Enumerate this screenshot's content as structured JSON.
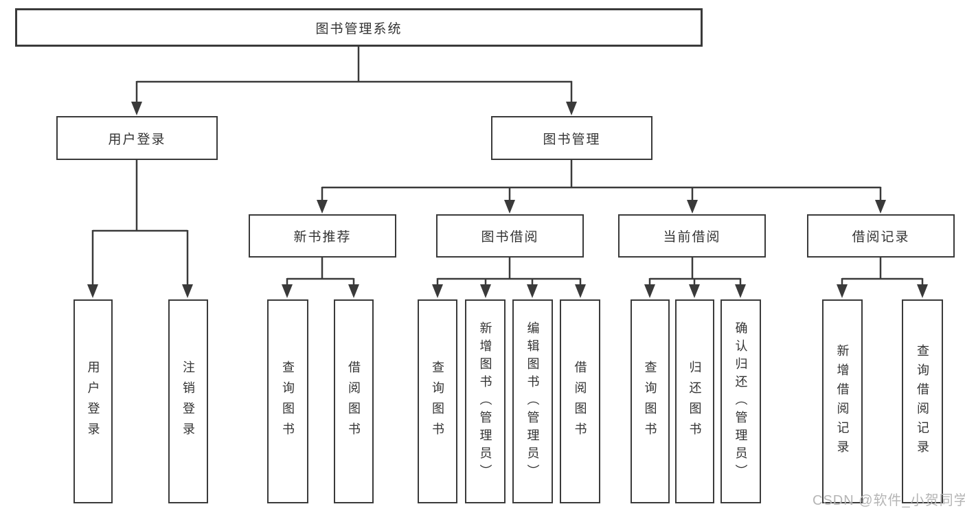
{
  "diagram": {
    "root": {
      "label": "图书管理系统"
    },
    "branches": [
      {
        "id": "user-login",
        "label": "用户登录",
        "children": [
          {
            "label": "用户登录"
          },
          {
            "label": "注销登录"
          }
        ]
      },
      {
        "id": "book-management",
        "label": "图书管理",
        "children": [
          {
            "id": "new-book-recommend",
            "label": "新书推荐",
            "children": [
              {
                "label": "查询图书"
              },
              {
                "label": "借阅图书"
              }
            ]
          },
          {
            "id": "book-borrow",
            "label": "图书借阅",
            "children": [
              {
                "label": "查询图书"
              },
              {
                "label": "新增图书（管理员）"
              },
              {
                "label": "编辑图书（管理员）"
              },
              {
                "label": "借阅图书"
              }
            ]
          },
          {
            "id": "current-borrow",
            "label": "当前借阅",
            "children": [
              {
                "label": "查询图书"
              },
              {
                "label": "归还图书"
              },
              {
                "label": "确认归还（管理员）"
              }
            ]
          },
          {
            "id": "borrow-records",
            "label": "借阅记录",
            "children": [
              {
                "label": "新增借阅记录"
              },
              {
                "label": "查询借阅记录"
              }
            ]
          }
        ]
      }
    ]
  },
  "watermark": {
    "text": "CSDN @软件_小贺同学"
  },
  "colors": {
    "line": "#3a3a3a",
    "box_border": "#3a3a3a",
    "text": "#333333",
    "watermark": "#b5b5b5",
    "background": "#ffffff"
  }
}
